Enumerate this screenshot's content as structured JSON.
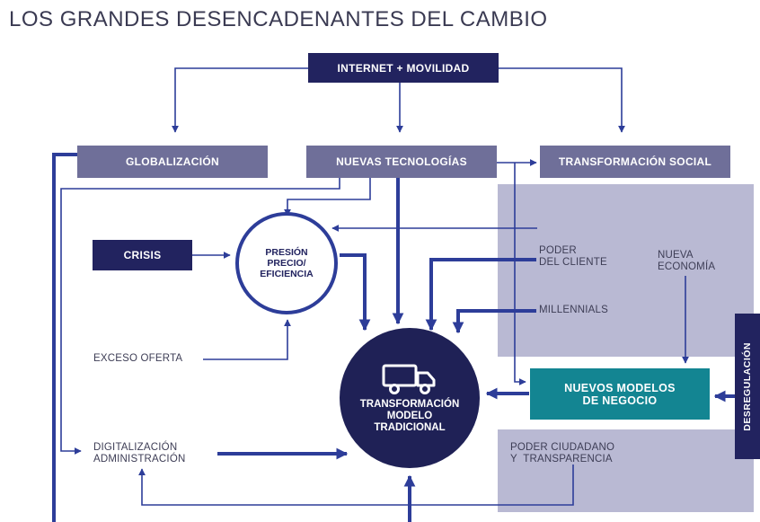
{
  "title": "LOS GRANDES DESENCADENANTES DEL CAMBIO",
  "nodes": {
    "internet_movilidad": "INTERNET + MOVILIDAD",
    "globalizacion": "GLOBALIZACIÓN",
    "nuevas_tecnologias": "NUEVAS TECNOLOGÍAS",
    "transformacion_social": "TRANSFORMACIÓN SOCIAL",
    "crisis": "CRISIS",
    "presion": "PRESIÓN\nPRECIO/\nEFICIENCIA",
    "poder_cliente": "PODER\nDEL CLIENTE",
    "nueva_economia": "NUEVA\nECONOMÍA",
    "millennials": "MILLENNIALS",
    "exceso_oferta": "EXCESO OFERTA",
    "transformacion_modelo": "TRANSFORMACIÓN\nMODELO\nTRADICIONAL",
    "nuevos_modelos": "NUEVOS MODELOS\nDE NEGOCIO",
    "desregulacion": "DESREGULACIÓN",
    "digitalizacion": "DIGITALIZACIÓN\nADMINISTRACIÓN",
    "poder_ciudadano": "PODER CIUDADANO\nY  TRANSPARENCIA"
  },
  "colors": {
    "navy": "#22235f",
    "slate": "#6f6f99",
    "panel": "#b9b9d3",
    "teal": "#138592",
    "arrow": "#2d3d99",
    "circle": "#1f2156"
  },
  "icons": {
    "center": "truck-icon"
  }
}
